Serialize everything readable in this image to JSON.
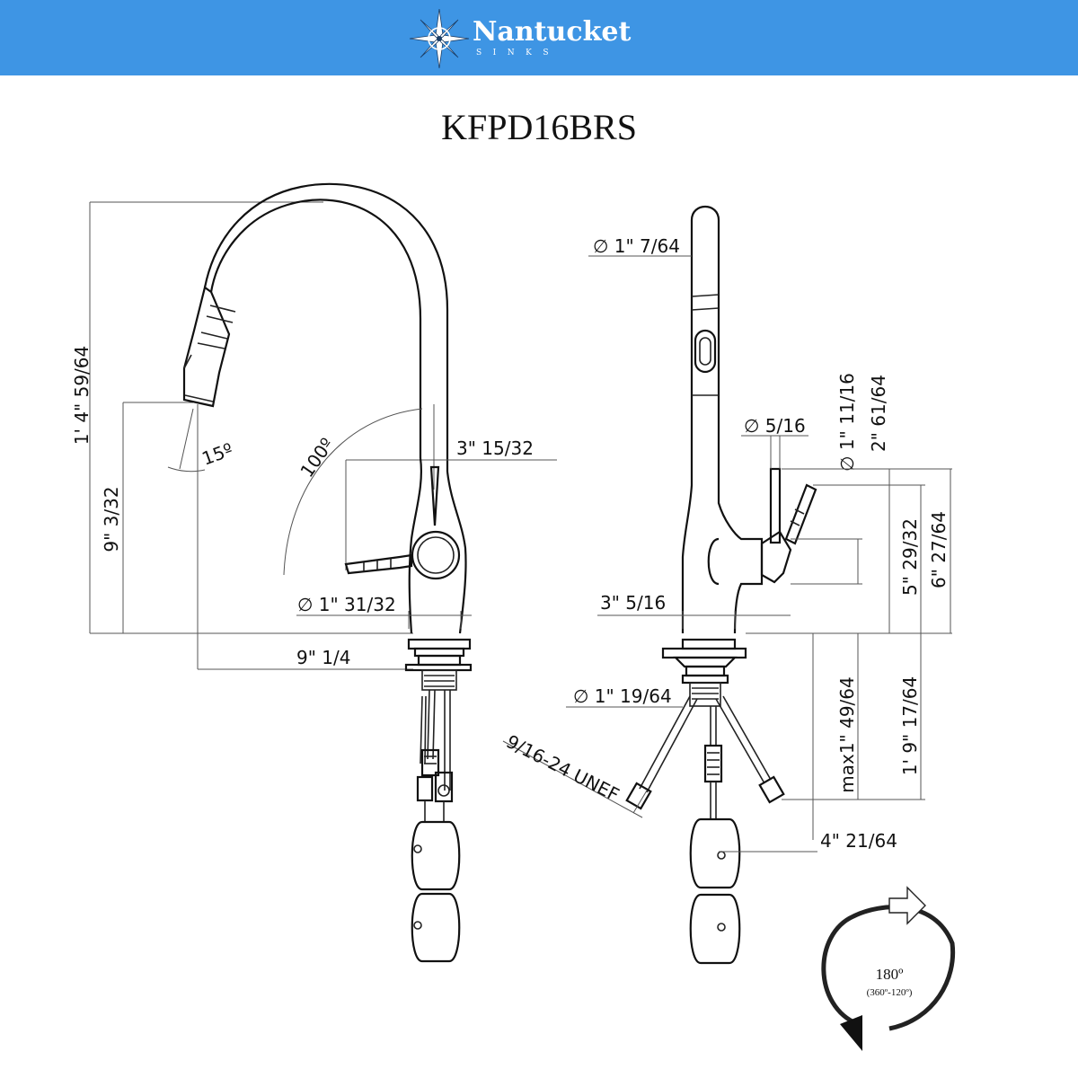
{
  "header": {
    "brand_name": "Nantucket",
    "brand_sub": "SINKS",
    "logo_icon": "compass-rose-icon",
    "background_color": "#3e95e4"
  },
  "title": "KFPD16BRS",
  "left_view": {
    "total_height": "1' 4\" 59/64",
    "spout_height": "9\" 3/32",
    "spray_angle": "15º",
    "handle_angle": "100º",
    "handle_length": "3\" 15/32",
    "base_diameter": "1\" 31/32",
    "reach": "9\" 1/4"
  },
  "right_view": {
    "spout_diameter": "1\" 7/64",
    "handle_diameter": "5/16",
    "handle_body_diameter": "1\" 11/16",
    "handle_projection": "2\" 61/64",
    "handle_height": "5\" 29/32",
    "body_height": "6\" 27/64",
    "base_width": "3\" 5/16",
    "shank_diameter": "1\" 19/64",
    "thread_spec": "9/16-24 UNEF",
    "max_depth": "max1\" 49/64",
    "hose_length": "1' 9\" 17/64",
    "weight_offset": "4\" 21/64"
  },
  "rotation": {
    "angle": "180º",
    "range": "(360º-120º)",
    "icon": "rotation-arrow-icon"
  }
}
